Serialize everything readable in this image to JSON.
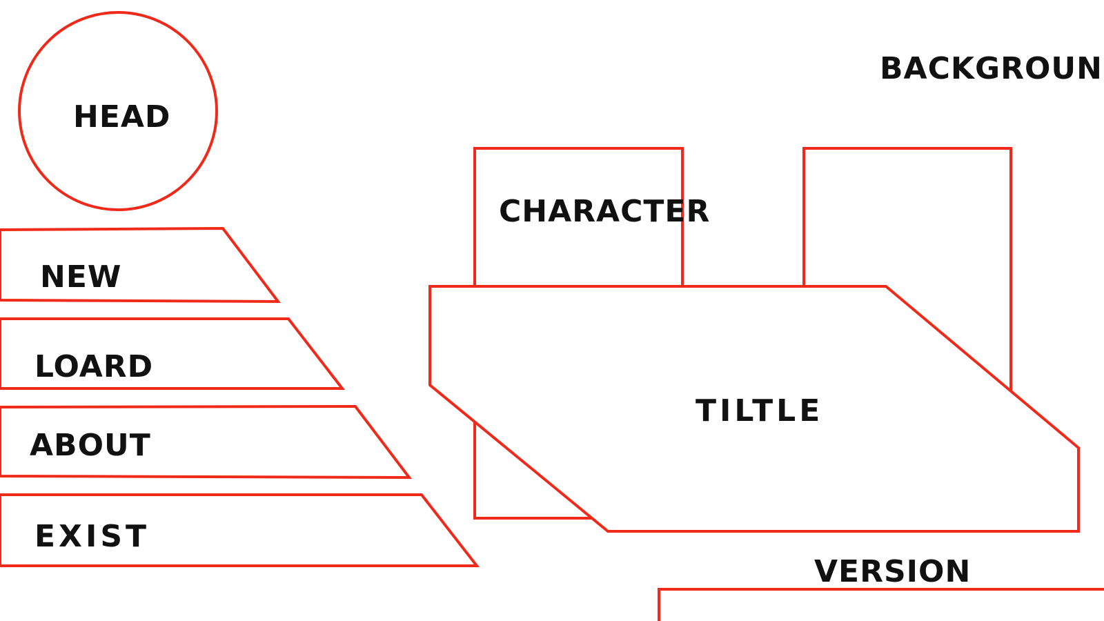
{
  "colors": {
    "outline": "#f02a1a",
    "text": "#111111",
    "background": "#ffffff"
  },
  "background_label": "BACKGROUND",
  "head": {
    "label": "HEAD"
  },
  "menu": {
    "items": [
      {
        "id": "new",
        "label": "NEW"
      },
      {
        "id": "loard",
        "label": "LOARD"
      },
      {
        "id": "about",
        "label": "ABOUT"
      },
      {
        "id": "exist",
        "label": "EXIST"
      }
    ]
  },
  "character": {
    "label": "CHARACTER"
  },
  "title_banner": {
    "label": "TILTLE"
  },
  "version": {
    "label": "VERSION"
  }
}
